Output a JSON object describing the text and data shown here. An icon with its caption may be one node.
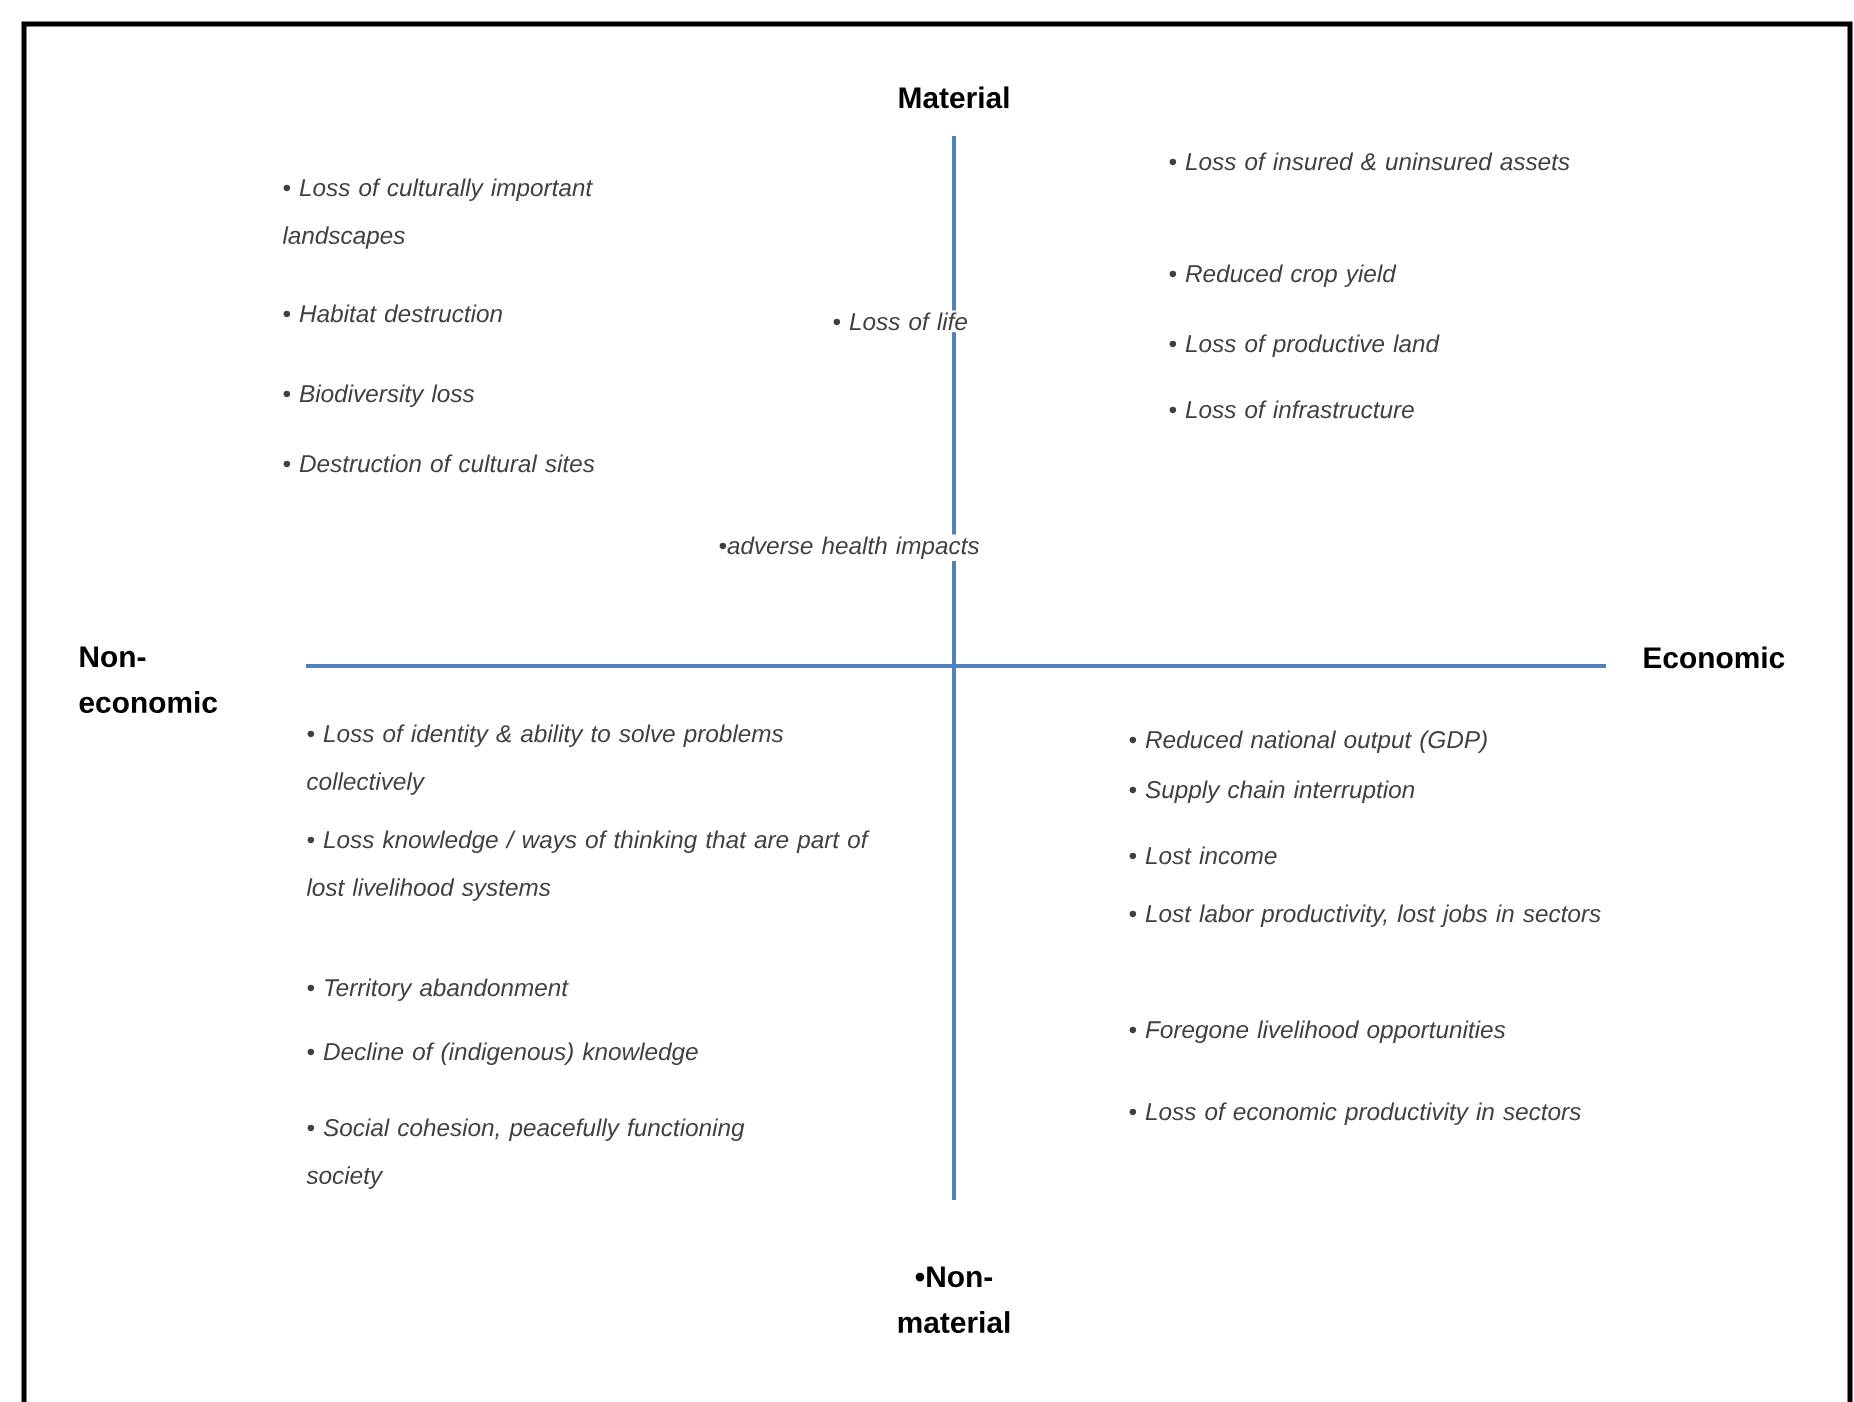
{
  "diagram": {
    "labels": [
      "Material",
      "• Loss of culturally important landscapes",
      "• Loss of insured & uninsured assets",
      "• Habitat destruction",
      "• Loss of life",
      "• Reduced crop yield",
      "• Loss of productive land",
      "• Biodiversity loss",
      "• Loss of infrastructure",
      "• Destruction of cultural sites",
      "•adverse health impacts",
      "Non- economic",
      "Economic",
      "• Loss of identity & ability to solve problems collectively",
      "• Reduced national output (GDP)",
      "• Supply chain interruption",
      "• Loss knowledge / ways of thinking that are part of lost livelihood systems",
      "• Lost income",
      "• Lost labor productivity, lost jobs in sectors",
      "• Territory abandonment",
      "• Foregone livelihood opportunities",
      "• Decline of (indigenous) knowledge",
      "• Social cohesion, peacefully functioning society",
      "• Loss of economic productivity in sectors",
      "•Non- material"
    ]
  }
}
